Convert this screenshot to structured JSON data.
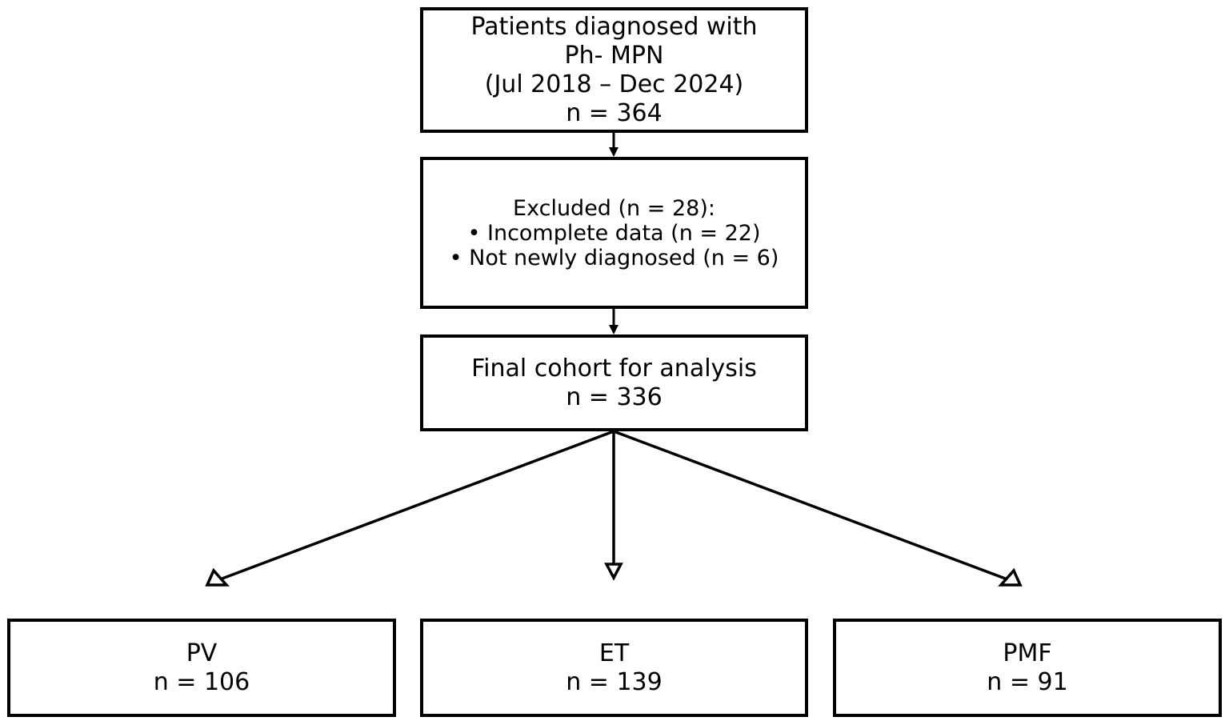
{
  "boxes": {
    "patients": {
      "lines": [
        "Patients diagnosed with",
        "Ph- MPN",
        "(Jul 2018 – Dec 2024)",
        "n = 364"
      ]
    },
    "excluded": {
      "lines": [
        "Excluded (n = 28):",
        "• Incomplete data (n = 22)",
        "• Not newly diagnosed (n = 6)"
      ]
    },
    "final": {
      "lines": [
        "Final cohort for analysis",
        "n = 336"
      ]
    },
    "pv": {
      "lines": [
        "PV",
        "n = 106"
      ]
    },
    "et": {
      "lines": [
        "ET",
        "n = 139"
      ]
    },
    "pmf": {
      "lines": [
        "PMF",
        "n = 91"
      ]
    }
  }
}
